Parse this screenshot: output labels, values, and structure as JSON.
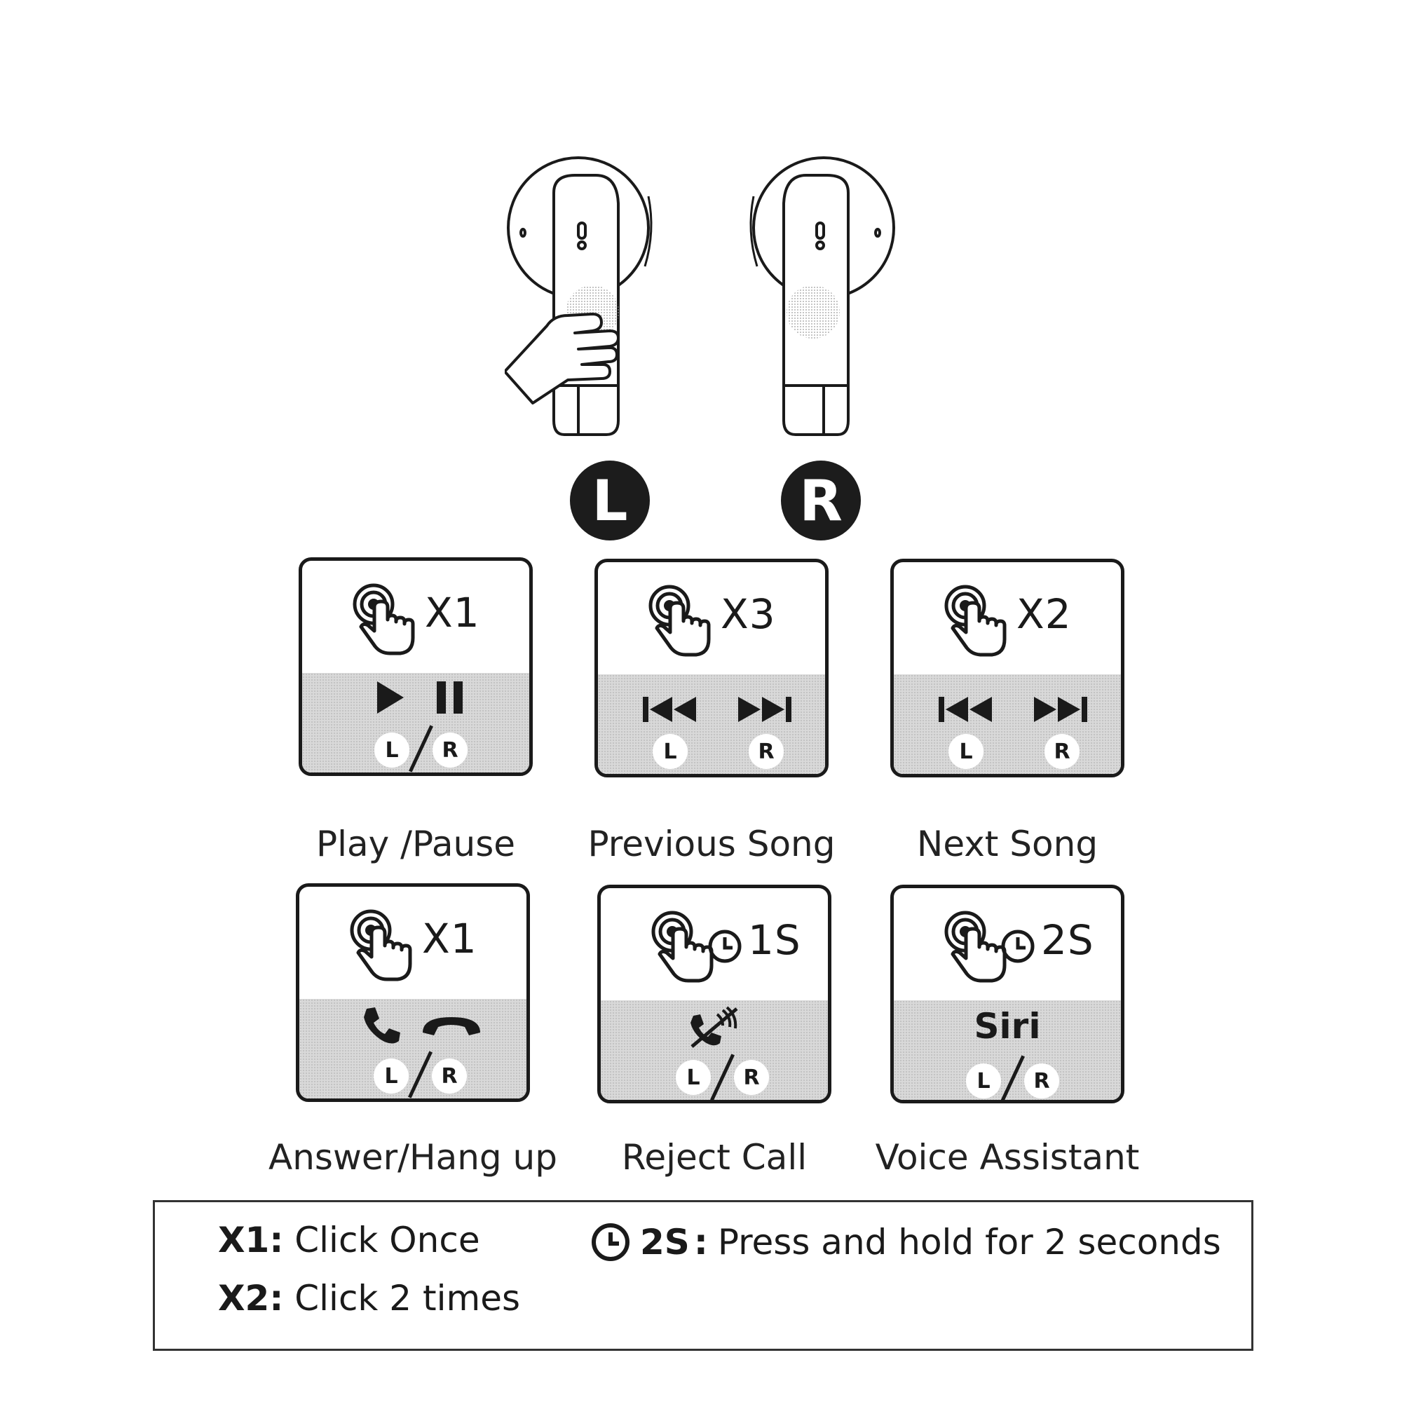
{
  "earbuds": {
    "left_badge": "L",
    "right_badge": "R"
  },
  "cards": [
    {
      "id": "play-pause",
      "count": "X1",
      "media": "play-pause",
      "left": "L",
      "right": "R",
      "caption": "Play /Pause"
    },
    {
      "id": "previous-song",
      "count": "X3",
      "media": "prev-next",
      "left": "L",
      "right": "R",
      "caption": "Previous Song"
    },
    {
      "id": "next-song",
      "count": "X2",
      "media": "prev-next",
      "left": "L",
      "right": "R",
      "caption": "Next Song"
    },
    {
      "id": "answer-hang-up",
      "count": "X1",
      "media": "phone",
      "left": "L",
      "right": "R",
      "caption": "Answer/Hang up"
    },
    {
      "id": "reject-call",
      "count": "1S",
      "media": "reject",
      "left": "L",
      "right": "R",
      "caption": "Reject Call"
    },
    {
      "id": "voice-assistant",
      "count": "2S",
      "media": "siri",
      "siri": "Siri",
      "left": "L",
      "right": "R",
      "caption": "Voice Assistant"
    }
  ],
  "legend": {
    "x1_key": "X1:",
    "x1_text": "Click Once",
    "x2_key": "X2:",
    "x2_text": "Click 2 times",
    "hold_key": "2S",
    "hold_sep": ":",
    "hold_text": "Press and hold for 2 seconds"
  }
}
